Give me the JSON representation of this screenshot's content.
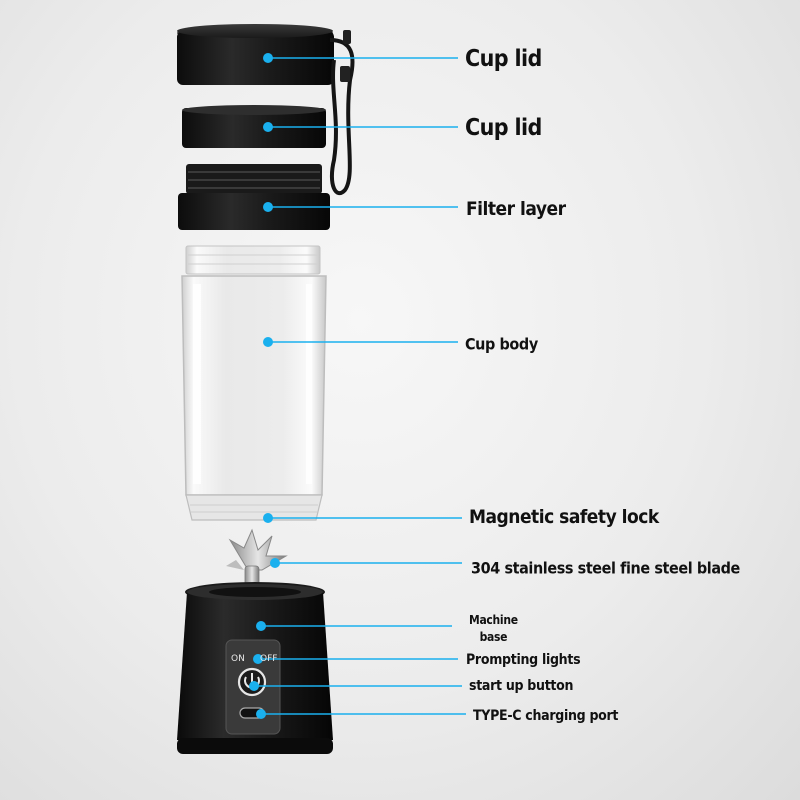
{
  "accent_color": "#1ab0ee",
  "callouts": [
    {
      "id": "cup-lid-top",
      "label": "Cup lid"
    },
    {
      "id": "cup-lid-inner",
      "label": "Cup lid"
    },
    {
      "id": "filter-layer",
      "label": "Filter layer"
    },
    {
      "id": "cup-body",
      "label": "Cup body"
    },
    {
      "id": "magnetic-safety-lock",
      "label": "Magnetic safety lock"
    },
    {
      "id": "blade",
      "label": "304 stainless steel fine steel blade"
    },
    {
      "id": "machine-base",
      "label_line1": "Machine",
      "label_line2": "base"
    },
    {
      "id": "prompting-lights",
      "label": "Prompting lights"
    },
    {
      "id": "start-up-button",
      "label": "start up button"
    },
    {
      "id": "type-c-port",
      "label": "TYPE-C charging port"
    }
  ],
  "control_panel": {
    "on_label": "ON",
    "off_label": "OFF"
  }
}
